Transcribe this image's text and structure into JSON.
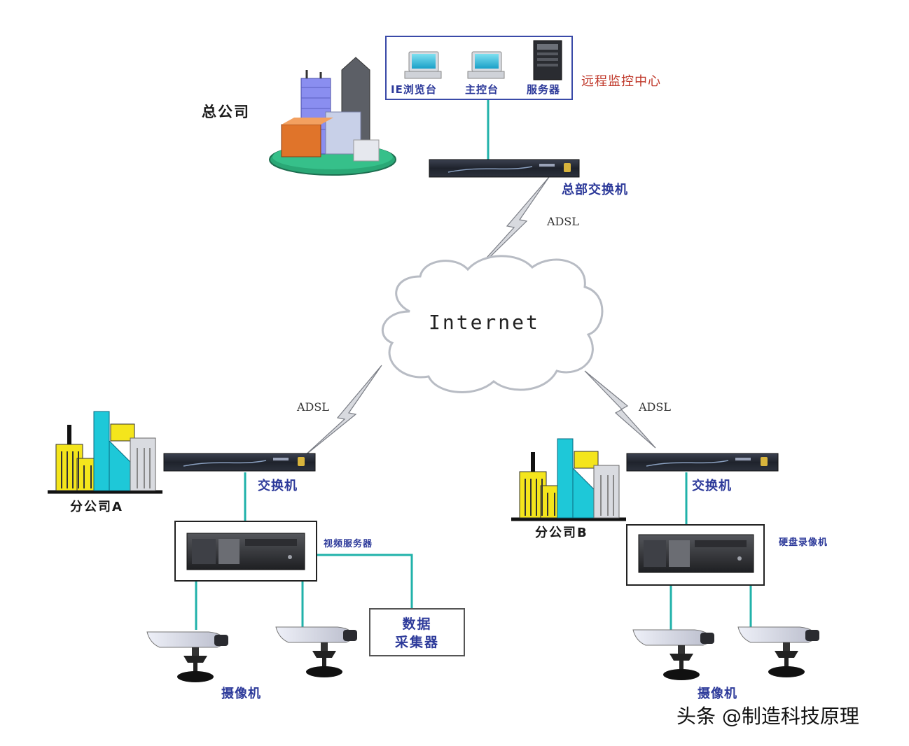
{
  "headquarters": {
    "name": "总公司",
    "monitor_center_label": "远程监控中心",
    "devices": [
      "IE浏览台",
      "主控台",
      "服务器"
    ],
    "switch_label": "总部交换机"
  },
  "internet": {
    "label": "Internet"
  },
  "links": {
    "adsl_label": "ADSL"
  },
  "branch_a": {
    "name": "分公司A",
    "switch_label": "交换机",
    "server_label": "视频服务器",
    "collector_label_line1": "数据",
    "collector_label_line2": "采集器",
    "camera_label": "摄像机"
  },
  "branch_b": {
    "name": "分公司B",
    "switch_label": "交换机",
    "recorder_label": "硬盘录像机",
    "camera_label": "摄像机"
  },
  "watermark": "头条 @制造科技原理",
  "colors": {
    "connector": "#20b2aa",
    "frame": "#3a4aa8",
    "label_blue": "#2d3a9a",
    "label_red": "#c0392b"
  }
}
